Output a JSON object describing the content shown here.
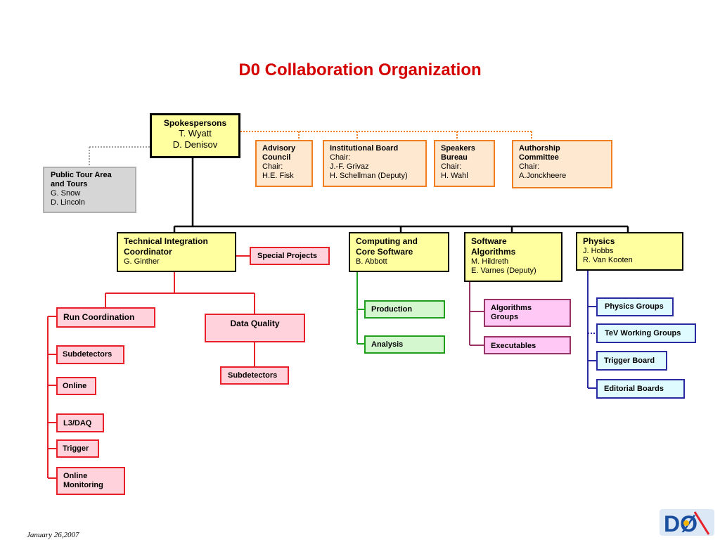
{
  "title": "D0 Collaboration Organization",
  "date": "January 26,2007",
  "spokespersons": {
    "head": "Spokespersons",
    "lines": "T. Wyatt\nD. Denisov"
  },
  "public_tour": {
    "head": "Public Tour Area\nand Tours",
    "lines": "G. Snow\nD. Lincoln"
  },
  "advisory": {
    "head": "Advisory\nCouncil",
    "lines": "Chair:\nH.E. Fisk"
  },
  "institutional": {
    "head": "Institutional Board",
    "lines": "Chair:\nJ.-F. Grivaz\nH. Schellman (Deputy)"
  },
  "speakers": {
    "head": "Speakers\nBureau",
    "lines": "Chair:\nH. Wahl"
  },
  "authorship": {
    "head": "Authorship\nCommittee",
    "lines": "Chair:\nA.Jonckheere"
  },
  "tech_coord": {
    "head": "Technical Integration\nCoordinator",
    "lines": "G. Ginther"
  },
  "special_projects": {
    "head": "Special Projects"
  },
  "computing": {
    "head": "Computing and\nCore Software",
    "lines": "B. Abbott"
  },
  "software_alg": {
    "head": "Software\nAlgorithms",
    "lines": "M. Hildreth\nE. Varnes (Deputy)"
  },
  "physics": {
    "head": "Physics",
    "lines": "J. Hobbs\nR. Van Kooten"
  },
  "run_coord": {
    "head": "Run Coordination"
  },
  "data_quality": {
    "head": "Data Quality"
  },
  "dq_subdetectors": {
    "head": "Subdetectors"
  },
  "run_items": [
    "Subdetectors",
    "Online",
    "L3/DAQ",
    "Trigger",
    "Online\nMonitoring"
  ],
  "computing_items": [
    "Production",
    "Analysis"
  ],
  "software_items": [
    "Algorithms\nGroups",
    "Executables"
  ],
  "physics_items": [
    "Physics Groups",
    "TeV Working Groups",
    "Trigger Board",
    "Editorial Boards"
  ],
  "colors": {
    "title": "#d40000",
    "orange": "#f07d1e",
    "red": "#e8202a",
    "green": "#1ea01e",
    "purple": "#993366",
    "blue": "#2a2aa0",
    "yellow_fill": "#ffffa0"
  },
  "logo": {
    "text": "DØ"
  }
}
